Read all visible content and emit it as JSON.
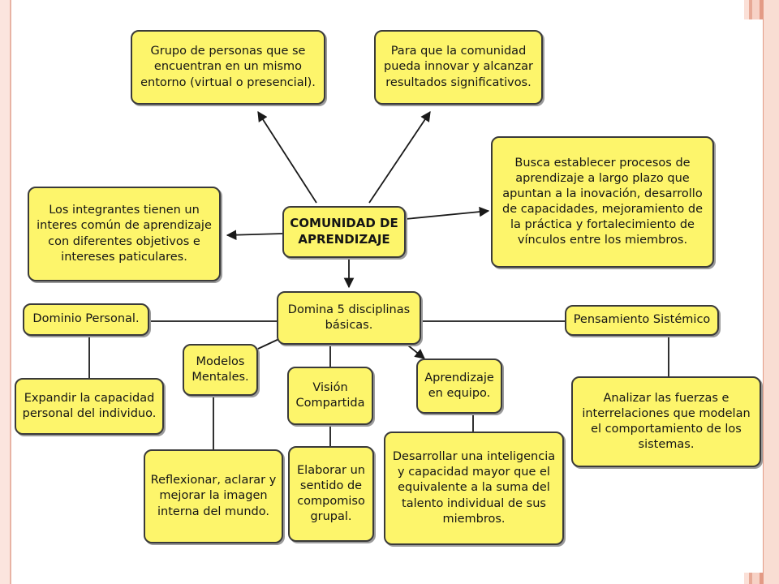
{
  "central": "COMUNIDAD DE APRENDIZAJE",
  "nodes": {
    "grupo": "Grupo de personas que se encuentran en un mismo entorno (virtual o presencial).",
    "para_que": "Para que la comunidad pueda innovar y alcanzar resultados significativos.",
    "busca": "Busca establecer procesos de aprendizaje a largo plazo que apuntan a la inovación, desarrollo de capacidades, mejoramiento de la práctica y fortalecimiento de vínculos entre los miembros.",
    "integrantes": "Los integrantes tienen un interes común de aprendizaje con diferentes objetivos e intereses paticulares.",
    "domina": "Domina 5 disciplinas básicas.",
    "dominio_personal": "Dominio Personal.",
    "expandir": "Expandir la capacidad personal del individuo.",
    "modelos_mentales": "Modelos Mentales.",
    "reflexionar": "Reflexionar, aclarar y mejorar la imagen interna del mundo.",
    "vision": "Visión Compartida",
    "elaborar": "Elaborar un sentido de compomiso grupal.",
    "aprendizaje_equipo": "Aprendizaje en equipo.",
    "desarrollar": "Desarrollar una inteligencia y capacidad mayor que el equivalente a la suma del talento individual de sus miembros.",
    "pensamiento": "Pensamiento Sistémico",
    "analizar": "Analizar las fuerzas e interrelaciones que modelan el comportamiento de los sistemas."
  },
  "colors": {
    "node_fill": "#fdf56b",
    "node_border": "#3a3a3a",
    "line": "#1a1a1a"
  }
}
